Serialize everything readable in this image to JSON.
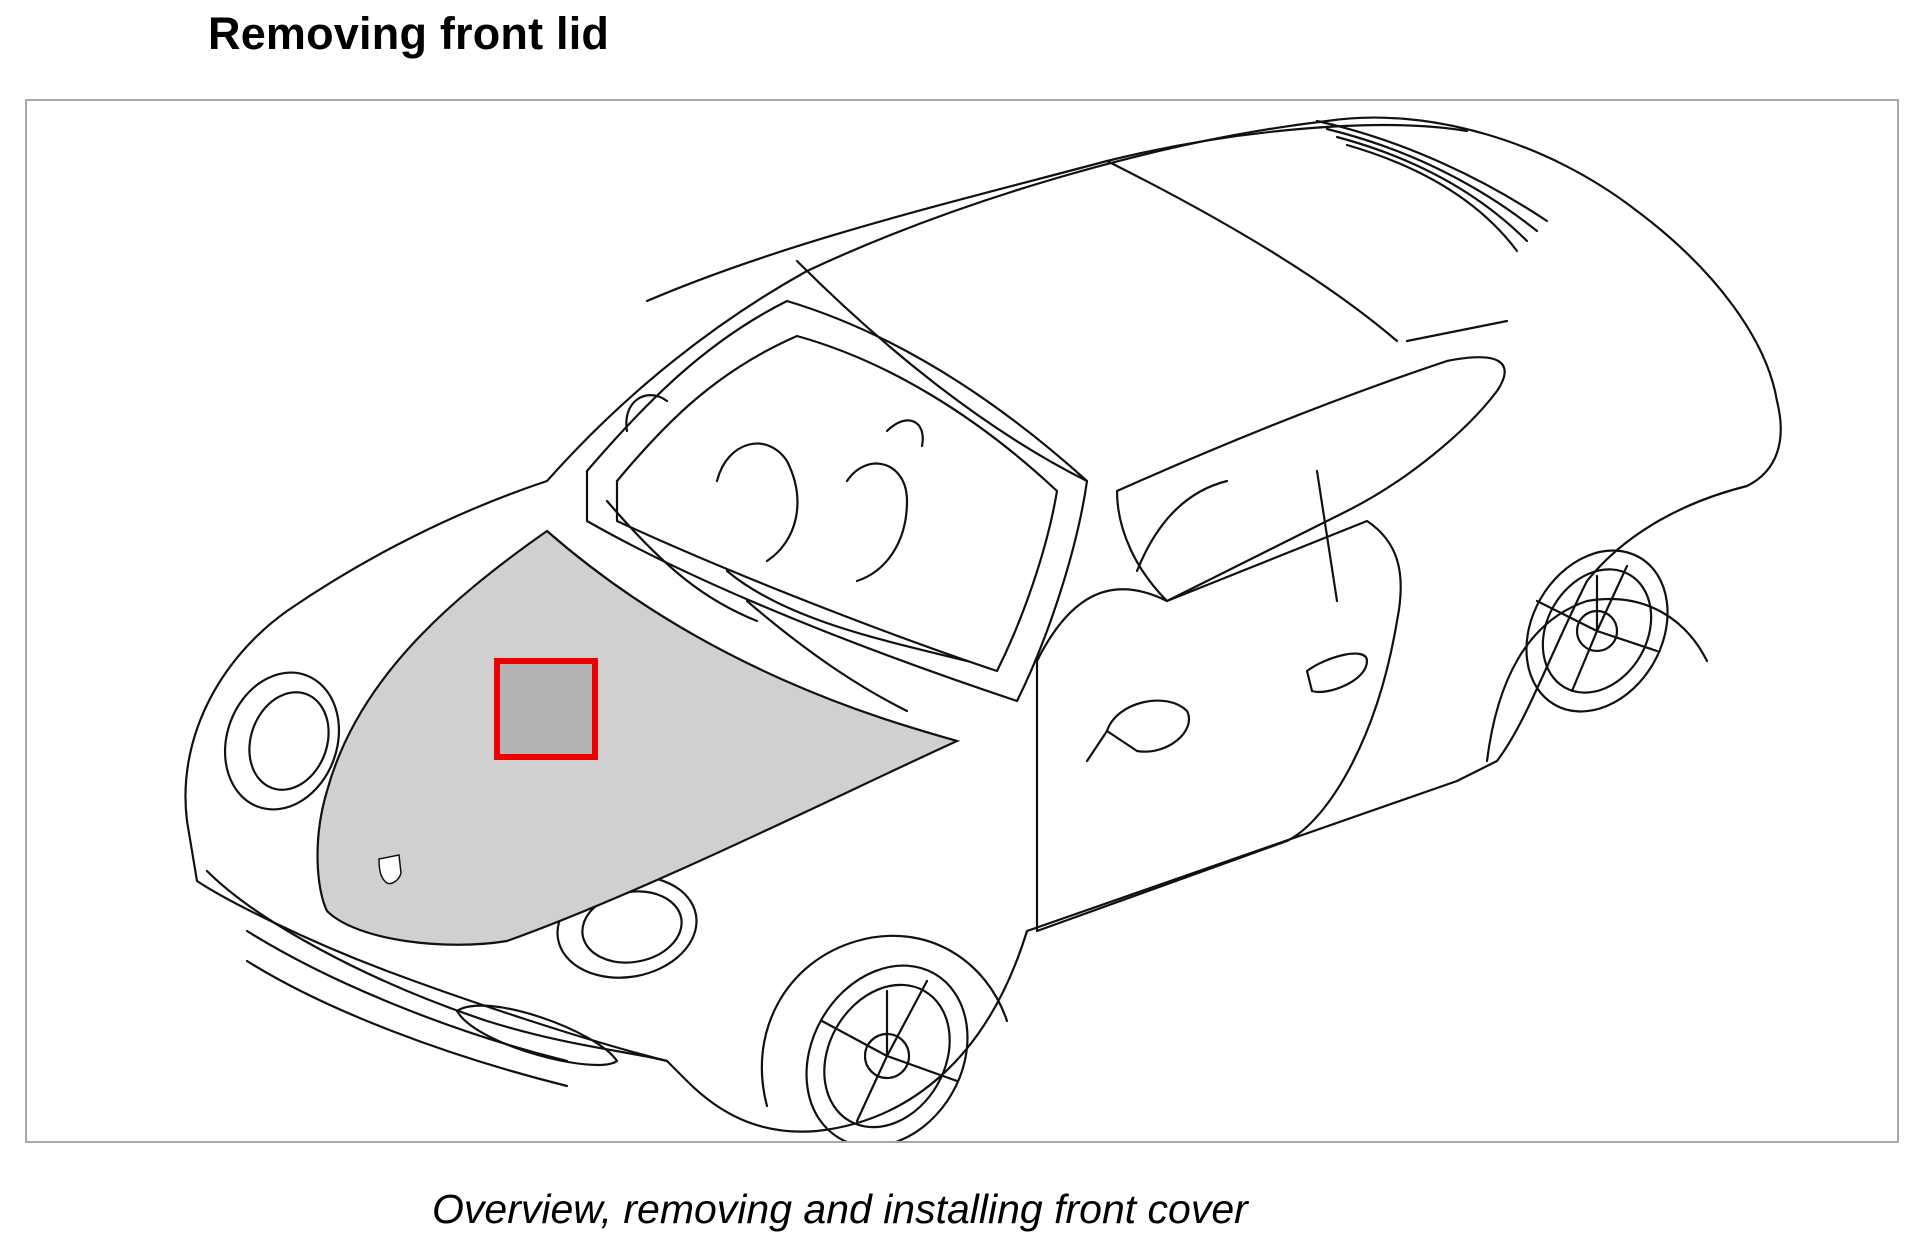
{
  "heading": "Removing front lid",
  "caption": "Overview, removing and installing front cover",
  "illustration": {
    "subject": "car-line-drawing",
    "highlighted_part": "front-lid",
    "highlight_fill": "#d0d0d0",
    "marker_color": "#ee0000",
    "marker_fill": "#b4b4b4",
    "frame_border": "#a8a8a8"
  }
}
